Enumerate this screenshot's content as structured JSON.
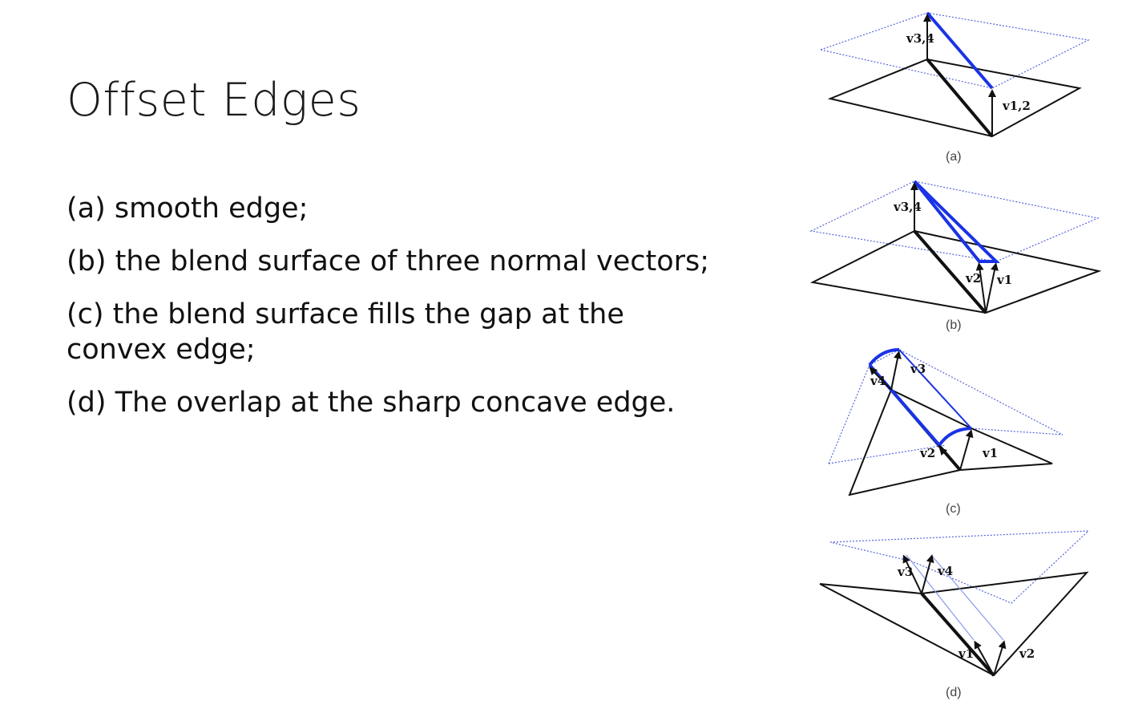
{
  "slide": {
    "title": "Offset Edges",
    "bullets": [
      "(a) smooth edge;",
      "(b) the blend surface of three normal vectors;",
      "(c) the blend surface fills the gap at the convex edge;",
      "(d) The overlap at the sharp concave edge."
    ]
  },
  "figures": {
    "a": {
      "caption": "(a)",
      "labels": [
        "v3,4",
        "v1,2"
      ]
    },
    "b": {
      "caption": "(b)",
      "labels": [
        "v3,4",
        "v2",
        "v1"
      ]
    },
    "c": {
      "caption": "(c)",
      "labels": [
        "v4",
        "v3",
        "v2",
        "v1"
      ]
    },
    "d": {
      "caption": "(d)",
      "labels": [
        "v3",
        "v4",
        "v1",
        "v2"
      ]
    }
  },
  "colors": {
    "blend": "#1a33e6",
    "offset_plane": "#5566dd",
    "edge": "#111111"
  }
}
